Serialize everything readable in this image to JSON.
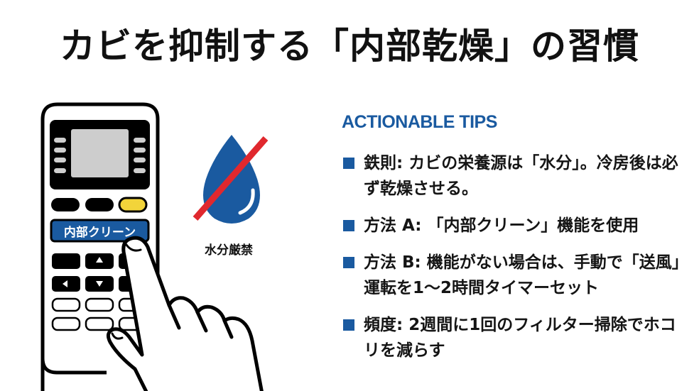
{
  "title": "カビを抑制する「内部乾燥」の習慣",
  "illustration": {
    "remote_button_label": "内部クリーン",
    "warning_icon": "no-water-icon",
    "warning_label": "水分厳禁",
    "colors": {
      "accent_blue": "#1a5aa0",
      "prohibit_red": "#e0282e",
      "highlight_yellow": "#f2d43a",
      "screen_gray": "#cccccc"
    }
  },
  "tips": {
    "header": "ACTIONABLE TIPS",
    "items": [
      {
        "text": "鉄則: カビの栄養源は「水分」。冷房後は必ず乾燥させる。"
      },
      {
        "text": "方法 A: 「内部クリーン」機能を使用"
      },
      {
        "text": "方法 B: 機能がない場合は、手動で「送風」運転を1〜2時間タイマーセット"
      },
      {
        "text": "頻度: 2週間に1回のフィルター掃除でホコリを減らす"
      }
    ]
  }
}
